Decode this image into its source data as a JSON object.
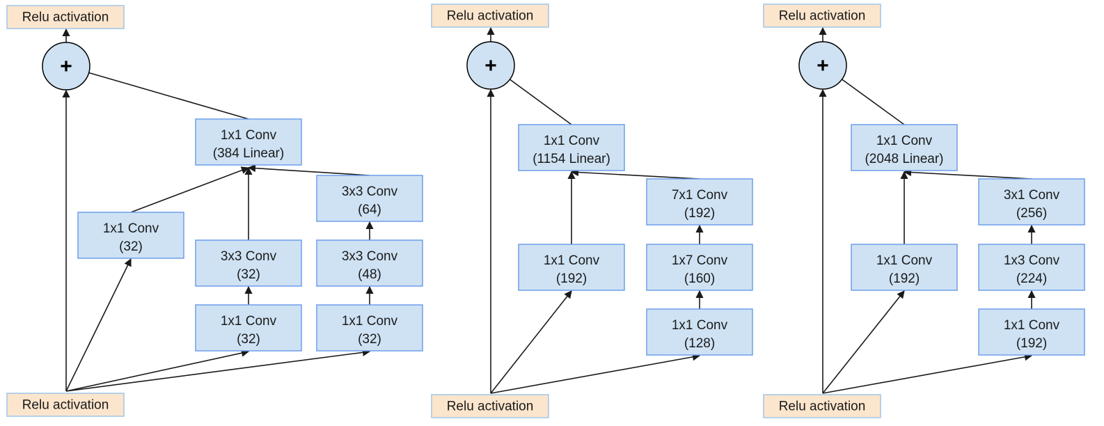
{
  "colors": {
    "conv_fill": "#cfe2f3",
    "conv_stroke": "#6d9eeb",
    "relu_fill": "#fce5cd",
    "relu_stroke": "#9fc5e8",
    "sum_fill": "#cfe2f3",
    "sum_stroke": "#000000",
    "edge": "#1a1a1a"
  },
  "blocks": [
    {
      "output_label": "Relu activation",
      "input_label": "Relu activation",
      "sum_symbol": "+",
      "merge_conv": [
        "1x1 Conv",
        "(384 Linear)"
      ],
      "branches": [
        [
          [
            "1x1 Conv",
            "(32)"
          ]
        ],
        [
          [
            "1x1 Conv",
            "(32)"
          ],
          [
            "3x3 Conv",
            "(32)"
          ]
        ],
        [
          [
            "1x1 Conv",
            "(32)"
          ],
          [
            "3x3 Conv",
            "(48)"
          ],
          [
            "3x3 Conv",
            "(64)"
          ]
        ]
      ]
    },
    {
      "output_label": "Relu activation",
      "input_label": "Relu activation",
      "sum_symbol": "+",
      "merge_conv": [
        "1x1 Conv",
        "(1154 Linear)"
      ],
      "branches": [
        [
          [
            "1x1 Conv",
            "(192)"
          ]
        ],
        [
          [
            "1x1 Conv",
            "(128)"
          ],
          [
            "1x7 Conv",
            "(160)"
          ],
          [
            "7x1 Conv",
            "(192)"
          ]
        ]
      ]
    },
    {
      "output_label": "Relu activation",
      "input_label": "Relu activation",
      "sum_symbol": "+",
      "merge_conv": [
        "1x1 Conv",
        "(2048 Linear)"
      ],
      "branches": [
        [
          [
            "1x1 Conv",
            "(192)"
          ]
        ],
        [
          [
            "1x1 Conv",
            "(192)"
          ],
          [
            "1x3 Conv",
            "(224)"
          ],
          [
            "3x1 Conv",
            "(256)"
          ]
        ]
      ]
    }
  ]
}
